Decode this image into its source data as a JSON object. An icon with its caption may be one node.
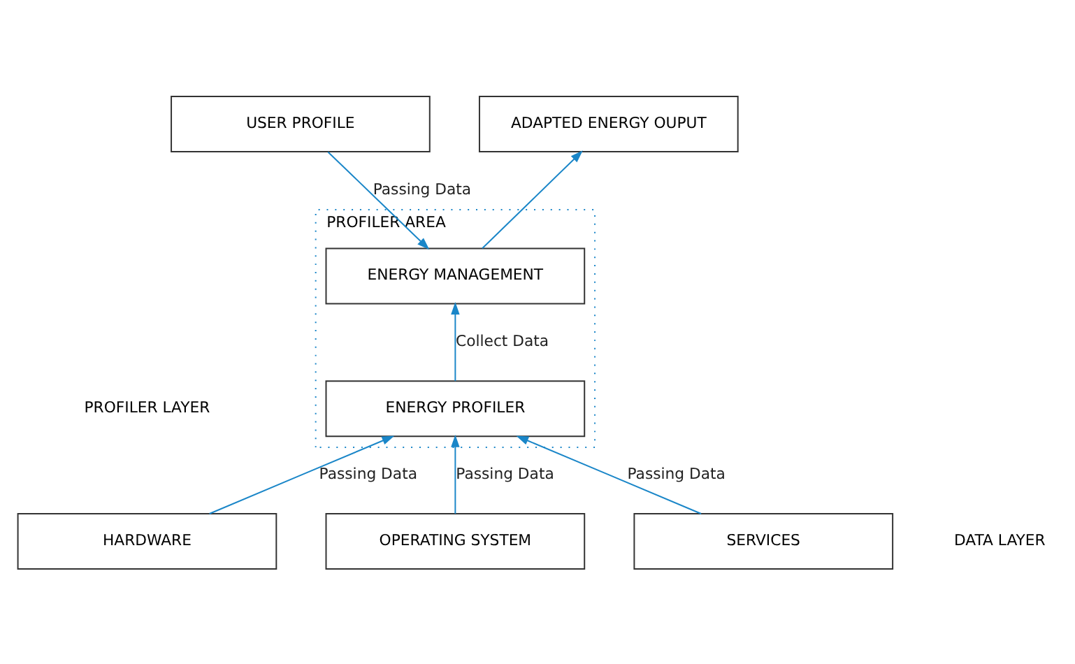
{
  "diagram": {
    "nodes": [
      {
        "text": [
          "ADAPTED ENERGY OUPUT"
        ]
      },
      {
        "text": [
          "USER PROFILE"
        ]
      },
      {
        "text": [
          "PROFILER AREA"
        ]
      },
      {
        "text": [
          "ENERGY MANAGEMENT"
        ],
        "in": 2
      },
      {
        "text": [
          "ENERGY PROFILER"
        ],
        "in": 2
      },
      {
        "text": [
          "HARDWARE"
        ]
      },
      {
        "text": [
          "OPERATING SYSTEM"
        ]
      },
      {
        "text": [
          "SERVICES"
        ]
      }
    ],
    "edges": [
      {
        "from": 3,
        "to": 0,
        "arrow": "to"
      },
      {
        "from": 1,
        "to": 3,
        "arrow": "to",
        "label": "Passing Data"
      },
      {
        "from": 4,
        "to": 3,
        "arrow": "to",
        "label": "Collect Data"
      },
      {
        "from": 5,
        "to": 4,
        "arrow": "to",
        "label": "Passing Data"
      },
      {
        "from": 6,
        "to": 4,
        "arrow": "to",
        "label": "Passing Data"
      },
      {
        "from": 7,
        "to": 4,
        "arrow": "to",
        "label": "Passing Data"
      }
    ],
    "labels": [
      "PROFILER LAYER",
      "DATA LAYER"
    ]
  }
}
